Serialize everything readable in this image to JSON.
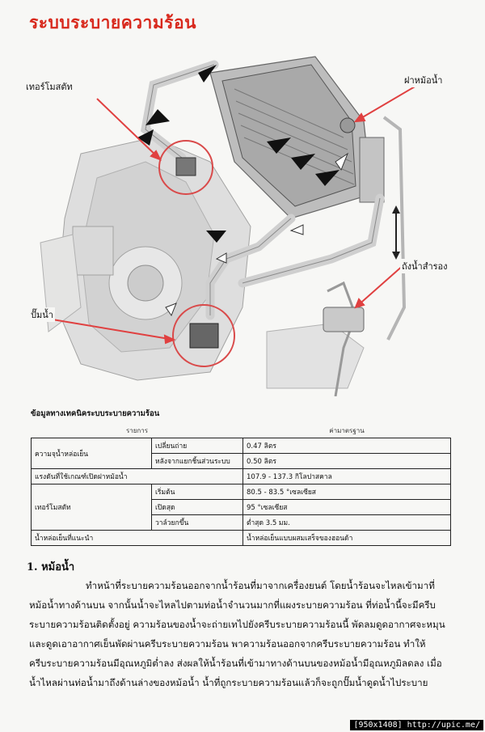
{
  "title": "ระบบระบายความร้อน",
  "callouts": {
    "thermostat": "เทอร์โมสตัท",
    "radiator_cap": "ฝาหม้อน้ำ",
    "reserve_tank": "ถังน้ำสำรอง",
    "water_pump": "ปั๊มน้ำ"
  },
  "spec": {
    "heading": "ข้อมูลทางเทคนิคระบบระบายความร้อน",
    "col_item": "รายการ",
    "col_standard": "ค่ามาตรฐาน",
    "coolant_capacity_label": "ความจุน้ำหล่อเย็น",
    "drain_label": "เปลี่ยนถ่าย",
    "drain_value": "0.47 ลิตร",
    "disassembly_label": "หลังจากแยกชิ้นส่วนระบบ",
    "disassembly_value": "0.50 ลิตร",
    "cap_pressure_label": "แรงดันที่ใช้เกณฑ์เปิดฝาหม้อน้ำ",
    "cap_pressure_value": "107.9 - 137.3 กิโลปาสคาล",
    "thermostat_label": "เทอร์โมสตัท",
    "begin_open_label": "เริ่มต้น",
    "begin_open_value": "80.5 - 83.5 °เซลเซียส",
    "full_open_label": "เปิดสุด",
    "full_open_value": "95 °เซลเซียส",
    "valve_lift_label": "วาล์วยกขึ้น",
    "valve_lift_value": "ต่ำสุด 3.5 มม.",
    "coolant_label": "น้ำหล่อเย็นที่แนะนำ",
    "coolant_value": "น้ำหล่อเย็นแบบผสมเสร็จของฮอนด้า"
  },
  "section": {
    "heading": "1. หม้อน้ำ",
    "lines": [
      "ทำหน้าที่ระบายความร้อนออกจากน้ำร้อนที่มาจากเครื่องยนต์ โดยน้ำร้อนจะไหลเข้ามาที่",
      "หม้อน้ำทางด้านบน จากนั้นน้ำจะไหลไปตามท่อน้ำจำนวนมากที่แผงระบายความร้อน ที่ท่อน้ำนี้จะมีครีบ",
      "ระบายความร้อนติดตั้งอยู่ ความร้อนของน้ำจะถ่ายเทไปยังครีบระบายความร้อนนี้ พัดลมดูดอากาศจะหมุน",
      "และดูดเอาอากาศเย็นพัดผ่านครีบระบายความร้อน พาความร้อนออกจากครีบระบายความร้อน ทำให้",
      "ครีบระบายความร้อนมีอุณหภูมิต่ำลง ส่งผลให้น้ำร้อนที่เข้ามาทางด้านบนของหม้อน้ำมีอุณหภูมิลดลง เมื่อ",
      "น้ำไหลผ่านท่อน้ำมาถึงด้านล่างของหม้อน้ำ น้ำที่ถูกระบายความร้อนแล้วก็จะถูกปั๊มน้ำดูดน้ำไประบาย"
    ]
  },
  "footer": "[950x1408] http://upic.me/",
  "colors": {
    "title": "#d8281c",
    "callout_line": "#e04040"
  }
}
